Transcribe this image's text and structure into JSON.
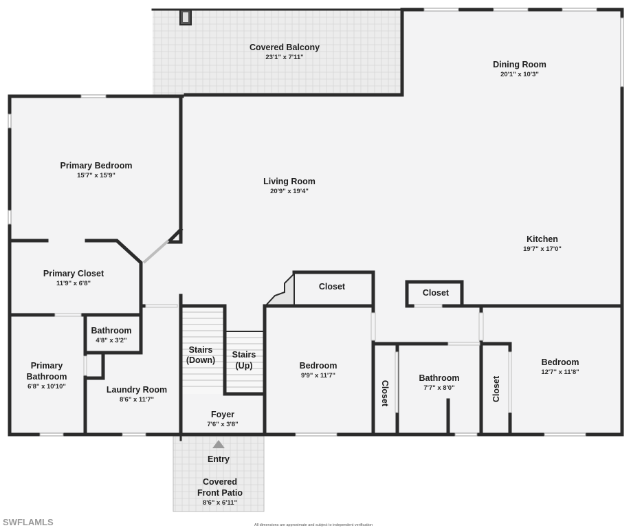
{
  "rooms": {
    "covered_balcony": {
      "name": "Covered Balcony",
      "dims": "23'1\" x 7'11\""
    },
    "dining_room": {
      "name": "Dining Room",
      "dims": "20'1\" x 10'3\""
    },
    "primary_bedroom": {
      "name": "Primary Bedroom",
      "dims": "15'7\" x 15'9\""
    },
    "living_room": {
      "name": "Living Room",
      "dims": "20'9\" x 19'4\""
    },
    "kitchen": {
      "name": "Kitchen",
      "dims": "19'7\" x 17'0\""
    },
    "primary_closet": {
      "name": "Primary Closet",
      "dims": "11'9\" x 6'8\""
    },
    "closet_center": {
      "name": "Closet"
    },
    "closet_right": {
      "name": "Closet"
    },
    "bathroom_small": {
      "name": "Bathroom",
      "dims": "4'8\" x 3'2\""
    },
    "stairs_down": {
      "name_line1": "Stairs",
      "name_line2": "(Down)"
    },
    "stairs_up": {
      "name_line1": "Stairs",
      "name_line2": "(Up)"
    },
    "bedroom_center": {
      "name": "Bedroom",
      "dims": "9'9\" x 11'7\""
    },
    "bedroom_right": {
      "name": "Bedroom",
      "dims": "12'7\" x 11'8\""
    },
    "primary_bathroom": {
      "name_line1": "Primary",
      "name_line2": "Bathroom",
      "dims": "6'8\" x 10'10\""
    },
    "laundry_room": {
      "name": "Laundry Room",
      "dims": "8'6\" x 11'7\""
    },
    "closet_vertical_left": {
      "name": "Closet"
    },
    "bathroom_center": {
      "name": "Bathroom",
      "dims": "7'7\" x 8'0\""
    },
    "closet_vertical_right": {
      "name": "Closet"
    },
    "foyer": {
      "name": "Foyer",
      "dims": "7'6\" x 3'8\""
    },
    "entry": {
      "name": "Entry"
    },
    "covered_front_patio": {
      "name_line1": "Covered",
      "name_line2": "Front Patio",
      "dims": "8'6\" x 6'11\""
    }
  },
  "watermark": "SWFLAMLS",
  "disclaimer": "All dimensions are approximate and subject to independent verification",
  "colors": {
    "floor": "#f3f3f4",
    "wall": "#2b2b2b",
    "patio": "#ececec",
    "stairs": "#f7f7f7"
  }
}
